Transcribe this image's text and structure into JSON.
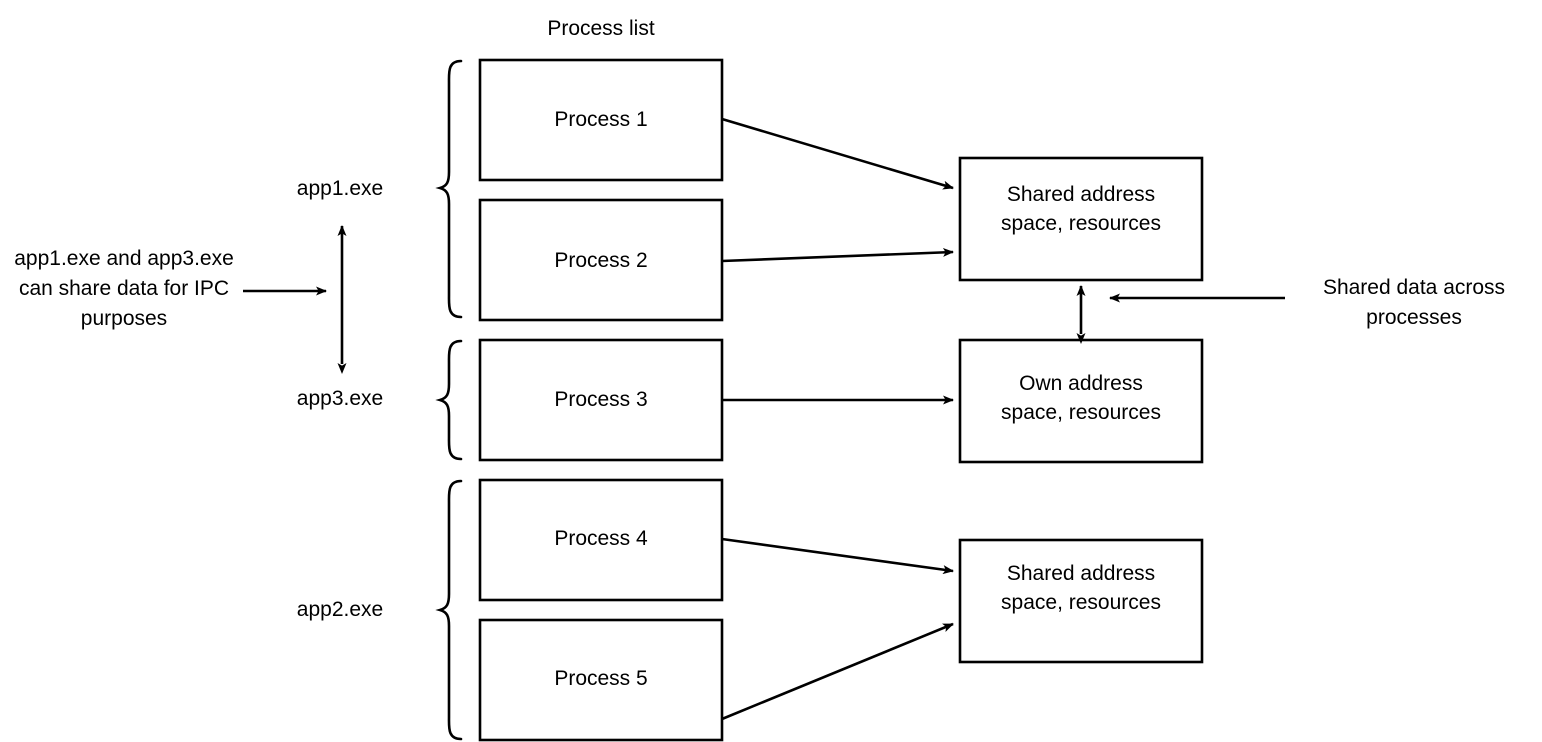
{
  "diagram": {
    "title": "Process list",
    "notes": {
      "ipc_note": "app1.exe and app3.exe can share data for IPC purposes",
      "ipc_note_lines": [
        "app1.exe and",
        "app3.exe can share",
        "data for IPC purposes"
      ],
      "shared_data_note": "Shared data across processes",
      "shared_data_note_lines": [
        "Shared data across",
        "processes"
      ]
    },
    "apps": [
      {
        "id": "app1",
        "label": "app1.exe"
      },
      {
        "id": "app3",
        "label": "app3.exe"
      },
      {
        "id": "app2",
        "label": "app2.exe"
      }
    ],
    "processes": [
      {
        "id": "p1",
        "label": "Process 1"
      },
      {
        "id": "p2",
        "label": "Process 2"
      },
      {
        "id": "p3",
        "label": "Process 3"
      },
      {
        "id": "p4",
        "label": "Process 4"
      },
      {
        "id": "p5",
        "label": "Process 5"
      }
    ],
    "memory_boxes": [
      {
        "id": "m1",
        "line1": "Shared address",
        "line2": "space, resources"
      },
      {
        "id": "m2",
        "line1": "Own address",
        "line2": "space, resources"
      },
      {
        "id": "m3",
        "line1": "Shared address",
        "line2": "space, resources"
      }
    ],
    "colors": {
      "stroke": "#000000",
      "background": "#ffffff",
      "text": "#000000"
    }
  }
}
